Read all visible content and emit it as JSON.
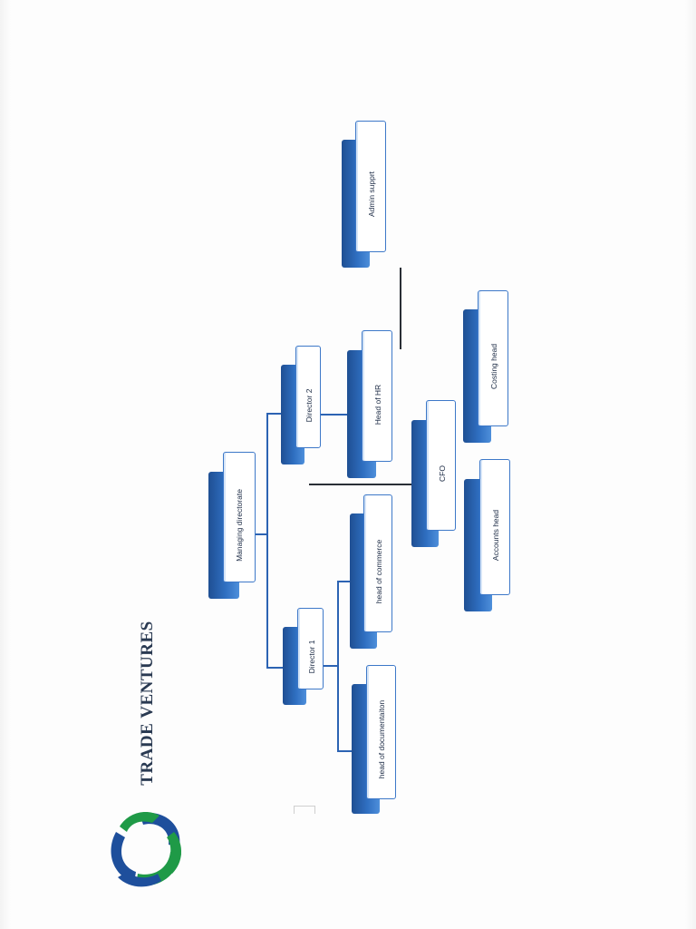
{
  "brand": {
    "name": "TRADE VENTURES",
    "logo_icon": "trade-ventures-ring-logo-icon",
    "colors": {
      "blue": "#1e4f9c",
      "green": "#1f9a47",
      "box_blue": "#2f6fc1"
    }
  },
  "org_chart": {
    "nodes": {
      "managing_director": "Managing directorate",
      "director_1": "Director 1",
      "director_2": "Director 2",
      "head_of_documentation": "head of documentaiton",
      "head_of_commerce": "head of commerce",
      "head_of_hr": "Head of HR",
      "admin_support": "Admin supprt",
      "cfo": "CFO",
      "accounts_head": "Accounts head",
      "costing_head": "Costing head"
    }
  }
}
